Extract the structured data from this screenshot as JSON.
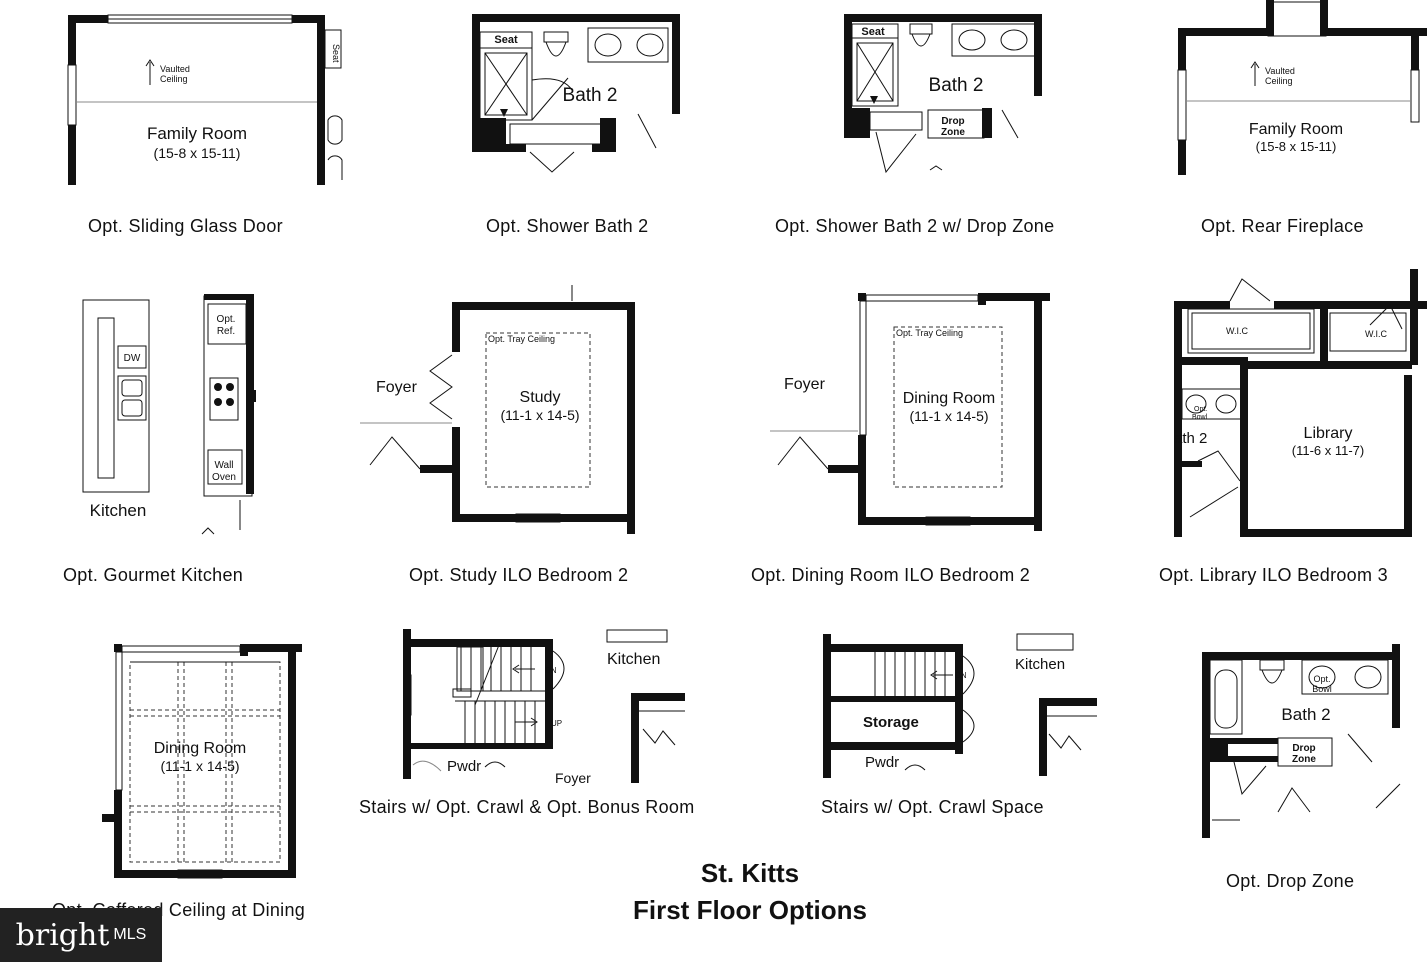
{
  "title": {
    "line1": "St. Kitts",
    "line2": "First Floor Options"
  },
  "logo": {
    "brand": "bright",
    "suffix": "MLS"
  },
  "panels": [
    {
      "caption": "Opt. Sliding Glass Door",
      "room": "Family Room",
      "dims": "(15-8 x 15-11)",
      "note": "Vaulted",
      "note2": "Ceiling",
      "label": "Seat"
    },
    {
      "caption": "Opt. Shower Bath 2",
      "room": "Bath 2",
      "label": "Seat"
    },
    {
      "caption": "Opt. Shower Bath 2 w/ Drop Zone",
      "room": "Bath 2",
      "label": "Seat",
      "label2": "Drop",
      "label3": "Zone"
    },
    {
      "caption": "Opt. Rear Fireplace",
      "room": "Family Room",
      "dims": "(15-8 x 15-11)",
      "note": "Vaulted",
      "note2": "Ceiling"
    },
    {
      "caption": "Opt. Gourmet Kitchen",
      "room": "Kitchen",
      "label": "DW",
      "label2": "Opt.",
      "label3": "Ref.",
      "label4": "Wall",
      "label5": "Oven"
    },
    {
      "caption": "Opt. Study ILO Bedroom 2",
      "room": "Study",
      "dims": "(11-1 x 14-5)",
      "note": "Opt. Tray Ceiling",
      "label": "Foyer"
    },
    {
      "caption": "Opt. Dining Room ILO Bedroom 2",
      "room": "Dining Room",
      "dims": "(11-1 x 14-5)",
      "note": "Opt. Tray Ceiling",
      "label": "Foyer"
    },
    {
      "caption": "Opt. Library ILO Bedroom 3",
      "room": "Library",
      "dims": "(11-6 x 11-7)",
      "label": "W.I.C",
      "label2": "W.I.C",
      "label3": "ath 2",
      "label4": "Opt.",
      "label5": "Bowl"
    },
    {
      "caption": "Opt. Coffered Ceiling at Dining",
      "room": "Dining Room",
      "dims": "(11-1 x 14-5)"
    },
    {
      "caption": "Stairs w/ Opt. Crawl & Opt. Bonus Room",
      "room": "Kitchen",
      "label": "DN",
      "label2": "UP",
      "label3": "Pwdr",
      "label4": "Foyer"
    },
    {
      "caption": "Stairs w/ Opt. Crawl Space",
      "room": "Kitchen",
      "label": "DN",
      "label2": "Storage",
      "label3": "Pwdr"
    },
    {
      "caption": "Opt. Drop Zone",
      "room": "Bath 2",
      "label": "Opt.",
      "label2": "Bowl",
      "label3": "Drop",
      "label4": "Zone"
    }
  ]
}
